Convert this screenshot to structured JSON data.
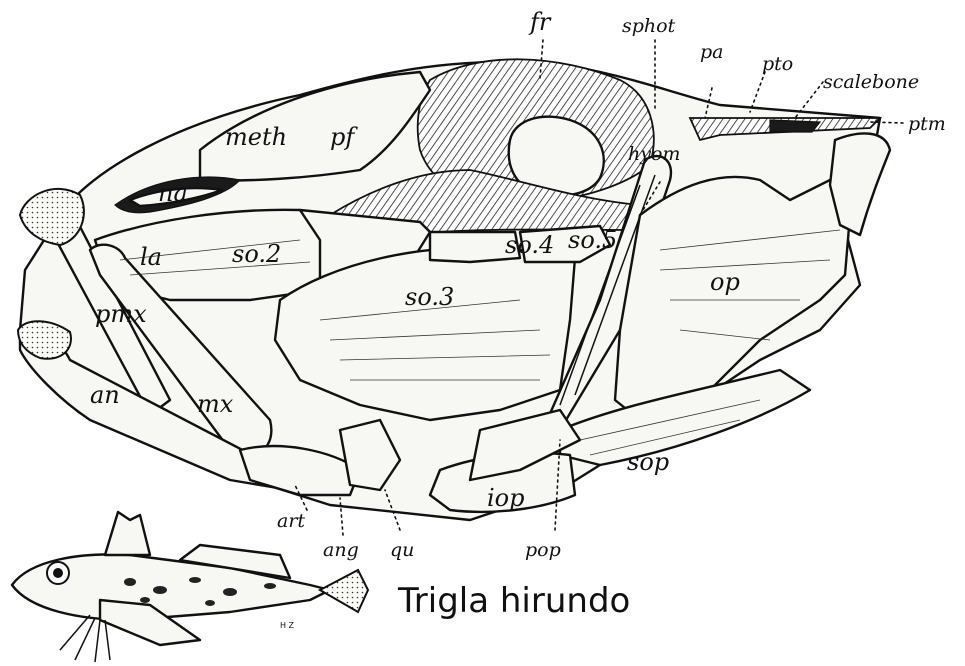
{
  "figure": {
    "species_name": "Trigla hirundo",
    "artist_mark": "H Z"
  },
  "labels": {
    "fr": "fr",
    "sphot": "sphot",
    "pa": "pa",
    "pto": "pto",
    "scalebone": "scalebone",
    "ptm": "ptm",
    "meth": "meth",
    "pf": "pf",
    "na": "na",
    "hyom": "hyom",
    "la": "la",
    "so2": "so.2",
    "so3": "so.3",
    "so4": "so.4",
    "so5": "so.5",
    "op": "op",
    "pmx": "pmx",
    "mx": "mx",
    "an": "an",
    "sop": "sop",
    "iop": "iop",
    "art": "art",
    "ang": "ang",
    "qu": "qu",
    "pop": "pop"
  }
}
